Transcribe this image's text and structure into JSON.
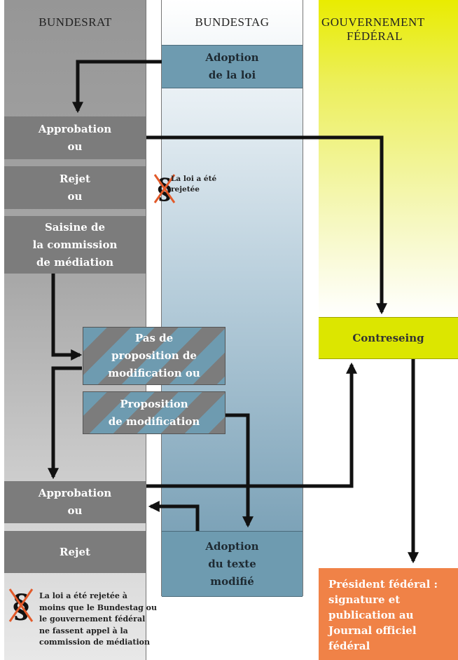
{
  "columns": {
    "bundesrat": "BUNDESRAT",
    "bundestag": "BUNDESTAG",
    "gouvernement": [
      "GOUVERNEMENT",
      "FÉDÉRAL"
    ]
  },
  "boxes": {
    "adoption_loi": [
      "Adoption",
      "de la loi"
    ],
    "approbation_1": [
      "Approbation",
      "ou"
    ],
    "rejet_1": [
      "Rejet",
      "ou"
    ],
    "saisine": [
      "Saisine de",
      "la commission",
      "de médiation"
    ],
    "pas_de_proposition": [
      "Pas de",
      "proposition de",
      "modification ou"
    ],
    "proposition": [
      "Proposition",
      "de modification"
    ],
    "approbation_2": [
      "Approbation",
      "ou"
    ],
    "rejet_2": [
      "Rejet"
    ],
    "adoption_texte": [
      "Adoption",
      "du texte",
      "modifié"
    ],
    "contreseing": [
      "Contreseing"
    ],
    "president": [
      "Président fédéral :",
      "signature et",
      "publication au",
      "Journal officiel",
      "fédéral"
    ]
  },
  "notes": {
    "rejected_short": [
      "La loi a été",
      "rejetée"
    ],
    "rejected_long": [
      "La loi a été rejetée à",
      "moins que le Bundestag ou",
      "le gouvernement fédéral",
      "ne fassent appel à la",
      "commission de médiation"
    ]
  },
  "icons": {
    "rejected": "paragraph-crossed-icon"
  },
  "colors": {
    "bundesrat_top": "#969696",
    "bundesrat_bottom": "#d8d8d8",
    "bundestag_top": "#ffffff",
    "bundestag_bottom": "#6d97ae",
    "gouvernement_top": "#e9ec00",
    "gouvernement_bottom": "#ffffff",
    "box_gray": "#7c7c7c",
    "box_steel": "#6e9bb0",
    "contreseing": "#dce600",
    "president": "#f08247",
    "cross": "#e25a2a"
  }
}
